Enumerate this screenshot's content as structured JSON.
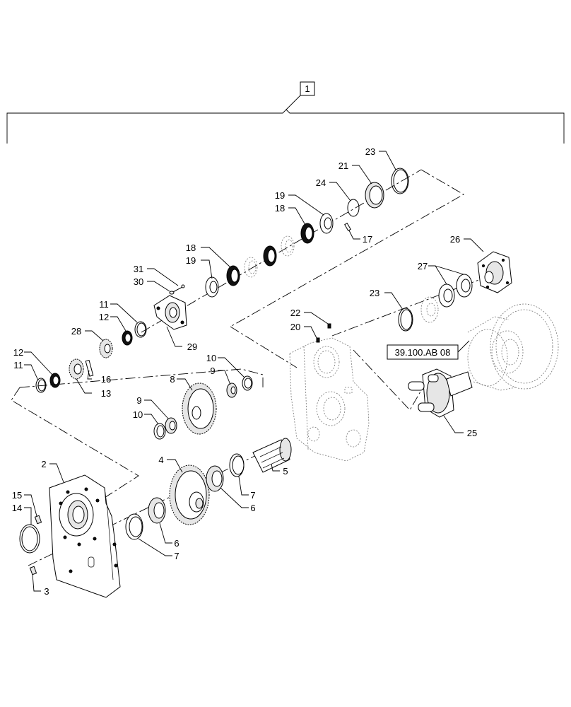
{
  "assembly_tag": "1",
  "reference_tag": "39.100.AB 08",
  "callouts": {
    "c1": "2",
    "c2": "3",
    "c3": "4",
    "c4": "5",
    "c5": "6",
    "c6": "6",
    "c7": "7",
    "c8": "7",
    "c9": "8",
    "c10": "9",
    "c11": "9",
    "c12": "10",
    "c13": "10",
    "c14": "11",
    "c15": "11",
    "c16": "12",
    "c17": "12",
    "c18": "13",
    "c19": "14",
    "c20": "15",
    "c21": "16",
    "c22": "17",
    "c23": "18",
    "c24": "18",
    "c25": "19",
    "c26": "19",
    "c27": "20",
    "c28": "21",
    "c29": "22",
    "c30": "23",
    "c31": "23",
    "c32": "24",
    "c33": "25",
    "c34": "26",
    "c35": "27",
    "c36": "28",
    "c37": "29",
    "c38": "30",
    "c39": "31"
  }
}
